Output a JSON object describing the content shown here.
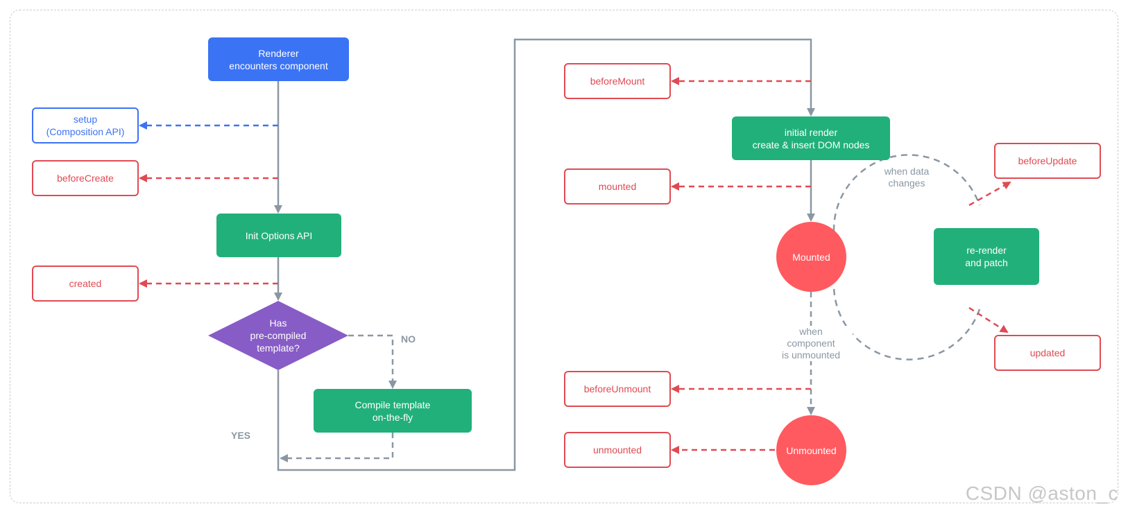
{
  "colors": {
    "blue": "#3b73f5",
    "green": "#22b07a",
    "red": "#e04a52",
    "red_fill": "#ff5a5f",
    "purple": "#875cc6",
    "gray": "#8a97a3"
  },
  "nodes": {
    "renderer": "Renderer\nencounters component",
    "setup": "setup\n(Composition API)",
    "before_create": "beforeCreate",
    "init_options": "Init Options API",
    "created": "created",
    "has_template": "Has\npre-compiled\ntemplate?",
    "compile_template": "Compile template\non-the-fly",
    "before_mount": "beforeMount",
    "initial_render": "initial render\ncreate & insert DOM nodes",
    "mounted_hook": "mounted",
    "mounted_state": "Mounted",
    "rerender": "re-render\nand patch",
    "before_update": "beforeUpdate",
    "updated": "updated",
    "before_unmount": "beforeUnmount",
    "unmounted_hook": "unmounted",
    "unmounted_state": "Unmounted"
  },
  "labels": {
    "no": "NO",
    "yes": "YES",
    "when_data_changes": "when data\nchanges",
    "when_unmounted": "when\ncomponent\nis unmounted"
  },
  "watermark": "CSDN @aston_c"
}
